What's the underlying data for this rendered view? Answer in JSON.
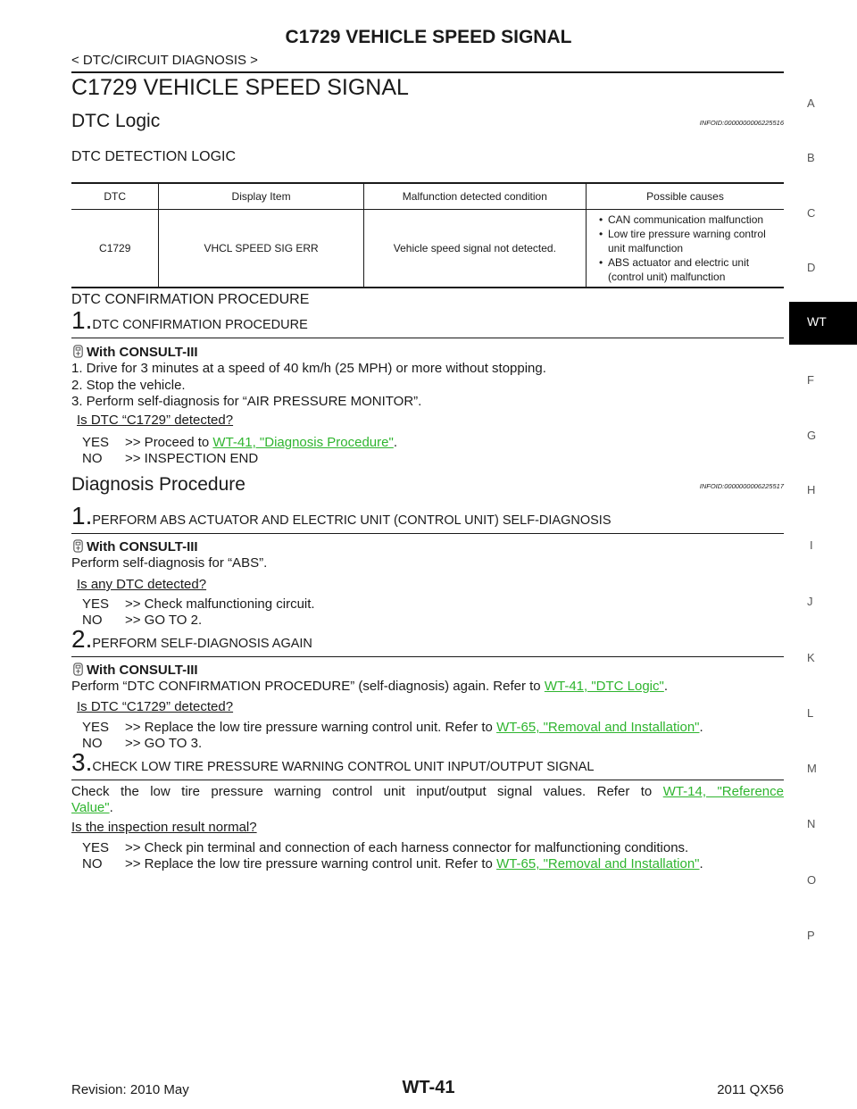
{
  "header": {
    "title": "C1729 VEHICLE SPEED SIGNAL",
    "breadcrumb": "< DTC/CIRCUIT DIAGNOSIS >"
  },
  "section_title": "C1729 VEHICLE SPEED SIGNAL",
  "side_index": [
    "A",
    "B",
    "C",
    "D",
    "WT",
    "F",
    "G",
    "H",
    "I",
    "J",
    "K",
    "L",
    "M",
    "N",
    "O",
    "P"
  ],
  "dtc_logic": {
    "heading": "DTC Logic",
    "infoid": "INFOID:0000000006225516",
    "detection_heading": "DTC DETECTION LOGIC",
    "table": {
      "headers": [
        "DTC",
        "Display Item",
        "Malfunction detected condition",
        "Possible causes"
      ],
      "row": {
        "dtc": "C1729",
        "display": "VHCL SPEED SIG ERR",
        "condition": "Vehicle speed signal not detected.",
        "causes": [
          "CAN communication malfunction",
          "Low tire pressure warning control unit malfunction",
          "ABS actuator and electric unit (control unit) malfunction"
        ]
      }
    },
    "confirm_heading": "DTC CONFIRMATION PROCEDURE",
    "step1": {
      "num": "1.",
      "title": "DTC CONFIRMATION PROCEDURE",
      "with": "With CONSULT-III",
      "items": [
        "1.  Drive for 3 minutes at a speed of 40 km/h (25 MPH) or more without stopping.",
        "2.  Stop the vehicle.",
        "3.  Perform self-diagnosis for “AIR PRESSURE MONITOR”."
      ],
      "question": "Is DTC “C1729” detected?",
      "yes_label": "YES",
      "yes_text": ">> Proceed to",
      "yes_link": "WT-41, \"Diagnosis Procedure\"",
      "no_label": "NO",
      "no_text": ">> INSPECTION END"
    }
  },
  "diag": {
    "heading": "Diagnosis Procedure",
    "infoid": "INFOID:0000000006225517",
    "step1": {
      "num": "1.",
      "title": "PERFORM ABS ACTUATOR AND ELECTRIC UNIT (CONTROL UNIT) SELF-DIAGNOSIS",
      "with": "With CONSULT-III",
      "text": "Perform self-diagnosis for “ABS”.",
      "question": "Is any DTC detected?",
      "yes_label": "YES",
      "yes_text": ">> Check malfunctioning circuit.",
      "no_label": "NO",
      "no_text": ">> GO TO 2."
    },
    "step2": {
      "num": "2.",
      "title": "PERFORM SELF-DIAGNOSIS AGAIN",
      "with": "With CONSULT-III",
      "text": "Perform “DTC CONFIRMATION PROCEDURE” (self-diagnosis) again. Refer to",
      "link": "WT-41, \"DTC Logic\"",
      "question": "Is DTC “C1729” detected?",
      "yes_label": "YES",
      "yes_text": ">> Replace the low tire pressure warning control unit. Refer to",
      "yes_link": "WT-65, \"Removal and Installation\"",
      "no_label": "NO",
      "no_text": ">> GO TO 3."
    },
    "step3": {
      "num": "3.",
      "title": "CHECK LOW TIRE PRESSURE WARNING CONTROL UNIT INPUT/OUTPUT SIGNAL",
      "text": "Check the low tire pressure warning control unit input/output signal values. Refer to",
      "link_part1": "WT-14, \"Reference",
      "link_part2": "Value\"",
      "question": "Is the inspection result normal?",
      "yes_label": "YES",
      "yes_text": ">> Check pin terminal and connection of each harness connector for malfunctioning conditions.",
      "no_label": "NO",
      "no_text": ">> Replace the low tire pressure warning control unit. Refer to",
      "no_link": "WT-65, \"Removal and Installation\""
    }
  },
  "footer": {
    "revision": "Revision: 2010 May",
    "page": "WT-41",
    "model": "2011 QX56"
  }
}
